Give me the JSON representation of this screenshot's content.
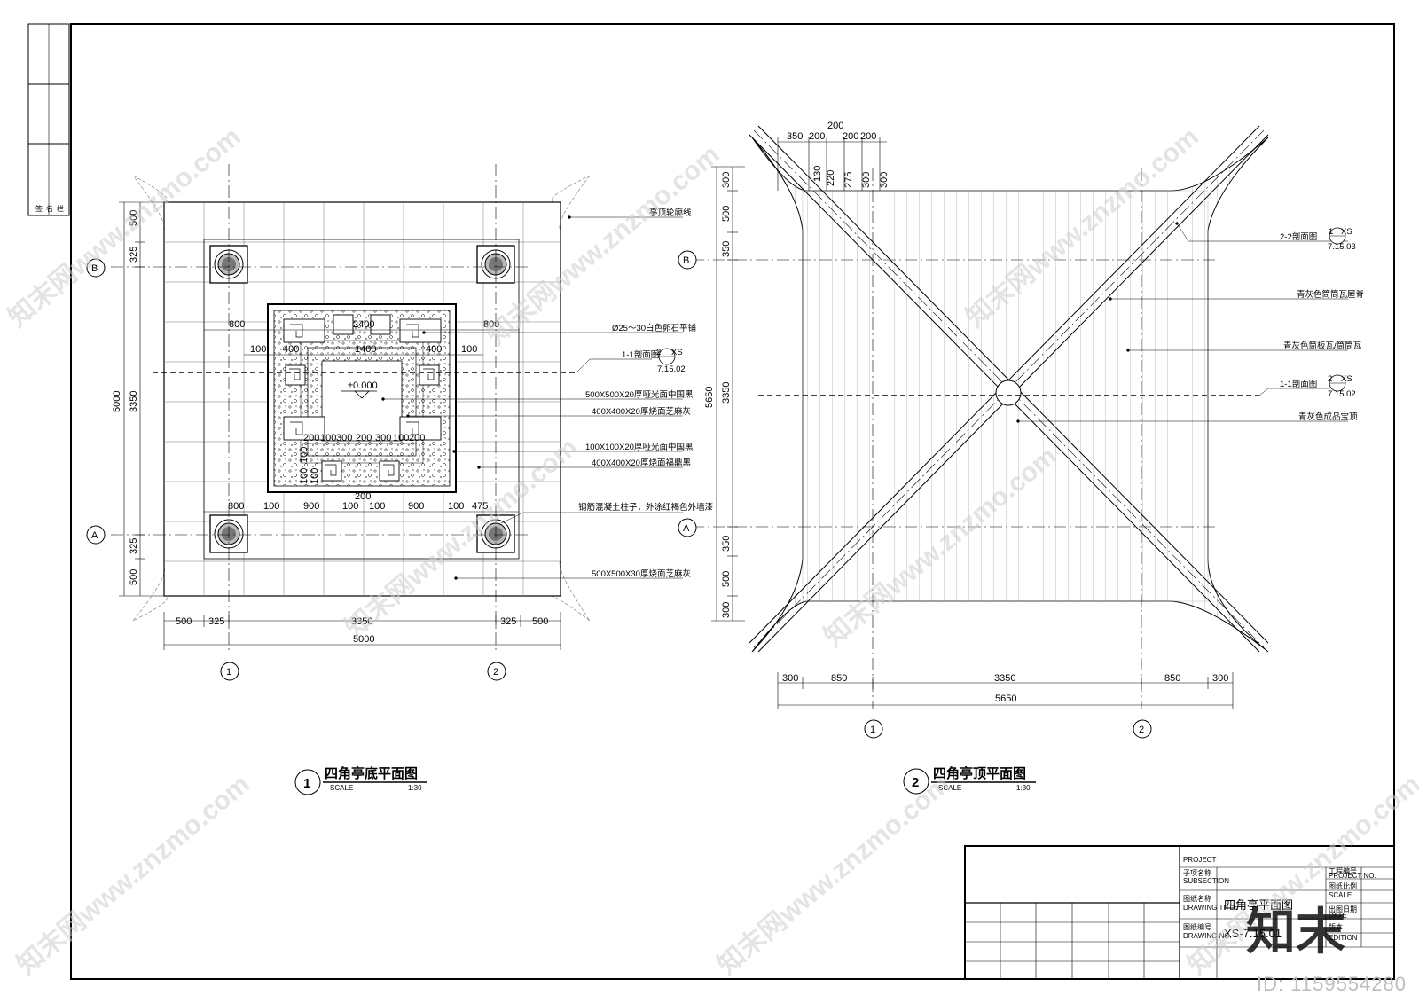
{
  "plan1": {
    "title": "四角亭底平面图",
    "number": "1",
    "scale_label": "SCALE",
    "scale_value": "1:30",
    "grid_axes": {
      "row_a": "A",
      "row_b": "B",
      "col_1": "1",
      "col_2": "2"
    },
    "dims_bottom": [
      "500",
      "325",
      "3350",
      "325",
      "500"
    ],
    "dim_total": "5000",
    "dims_left": [
      "500",
      "325",
      "3350",
      "325",
      "500"
    ],
    "dim_left_total": "5000",
    "inner_dims_top": [
      "800",
      "2400",
      "800"
    ],
    "inner_dims_row2": [
      "100",
      "400",
      "1400",
      "400",
      "100"
    ],
    "inner_dims_row3": [
      "200",
      "100",
      "300",
      "200",
      "300",
      "100",
      "200"
    ],
    "inner_dims_bottom": [
      "800",
      "100",
      "900",
      "100",
      "100",
      "900",
      "100",
      "475"
    ],
    "inner_dim_200": "200",
    "inner_dims_vertical": [
      "100",
      "100",
      "100"
    ],
    "level": "±0.000",
    "notes": [
      "亭顶轮廓线",
      "Ø25～30白色卵石平铺",
      "1-1剖面图",
      "500X500X20厚哑光面中国黑",
      "400X400X20厚烧面芝麻灰",
      "100X100X20厚哑光面中国黑",
      "400X400X20厚烧面福鼎黑",
      "钢筋混凝土柱子，外涂红褐色外墙漆",
      "500X500X30厚烧面芝麻灰"
    ],
    "section_ref": {
      "num": "2",
      "code": "XS",
      "sheet": "7.15.02"
    }
  },
  "plan2": {
    "title": "四角亭顶平面图",
    "number": "2",
    "scale_label": "SCALE",
    "scale_value": "1:30",
    "grid_axes": {
      "row_a": "A",
      "row_b": "B",
      "col_1": "1",
      "col_2": "2"
    },
    "dims_top": [
      "350",
      "200",
      "200",
      "200",
      "200"
    ],
    "dims_top_small": [
      "130",
      "220",
      "275",
      "300",
      "300"
    ],
    "dims_bottom": [
      "300",
      "850",
      "3350",
      "850",
      "300"
    ],
    "dim_total": "5650",
    "dims_left": [
      "300",
      "500",
      "350",
      "3350",
      "350",
      "500",
      "300"
    ],
    "dim_left_total": "5650",
    "notes": [
      "2-2剖面图",
      "青灰色筒筒瓦屋脊",
      "青灰色筒板瓦/筒筒瓦",
      "1-1剖面图",
      "青灰色成品宝顶"
    ],
    "section_ref_22": {
      "num": "1",
      "code": "XS",
      "sheet": "7.15.03"
    },
    "section_ref_11": {
      "num": "2",
      "code": "XS",
      "sheet": "7.15.02"
    }
  },
  "titleblock": {
    "project": "PROJECT",
    "subsection_cn": "子项名称",
    "subsection_en": "SUBSECTION",
    "drawing_title_cn": "图纸名称",
    "drawing_title_en": "DRAWING TITLE",
    "drawing_no_cn": "图纸编号",
    "drawing_no_en": "DRAWING NO.",
    "project_no_cn": "工程编号",
    "project_no_en": "PROJECT NO.",
    "scale_cn": "图纸比例",
    "scale_en": "SCALE",
    "date_cn": "出图日期",
    "date_en": "DATE",
    "edition_cn": "版本",
    "edition_en": "EDITION",
    "drawing_title_value": "四角亭平面图",
    "drawing_no_value": "XS-7.15.01"
  },
  "side_tab": [
    "签",
    "名",
    "栏"
  ],
  "watermark": "知末网www.znzmo.com",
  "logo": "知末",
  "id_label": "ID: 1159554280"
}
